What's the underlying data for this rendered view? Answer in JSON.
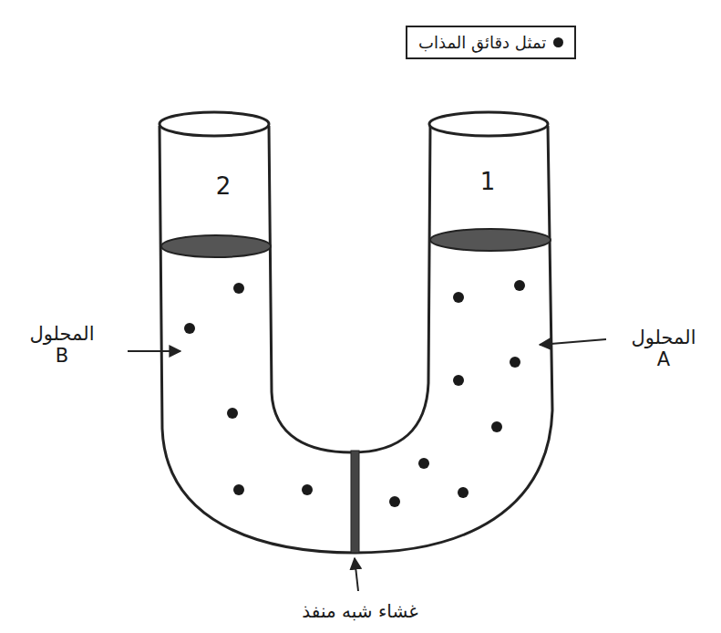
{
  "diagram": {
    "labels": [
      "2",
      "1",
      "المحلول B",
      "المحلول A",
      "غشاء شبه منفذ"
    ],
    "legend": [
      {
        "text": "تمثل دقائق المذاب"
      }
    ]
  }
}
